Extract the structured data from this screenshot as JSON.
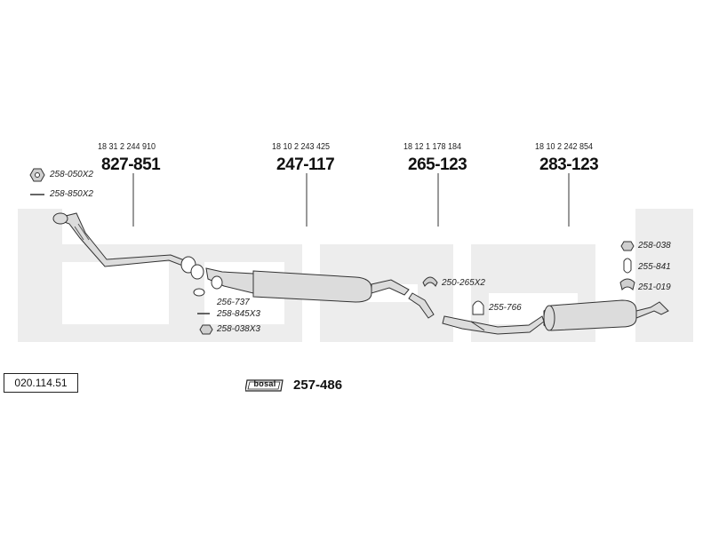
{
  "reference": "020.114.51",
  "sections": [
    {
      "oem": "18 31 2 244 910",
      "part": "827-851"
    },
    {
      "oem": "18 10 2 243 425",
      "part": "247-117"
    },
    {
      "oem": "18 12 1 178 184",
      "part": "265-123"
    },
    {
      "oem": "18 10 2 242 854",
      "part": "283-123"
    }
  ],
  "accessories": {
    "a1": "258-050X2",
    "a2": "258-850X2",
    "a3": "256-737",
    "a4": "258-845X3",
    "a5": "258-038X3",
    "a6": "250-265X2",
    "a7": "255-766",
    "a8": "258-038",
    "a9": "255-841",
    "a10": "251-019"
  },
  "kit": {
    "logo": "bosal",
    "part": "257-486"
  },
  "colors": {
    "watermark": "#ececec",
    "line": "#333333",
    "pipe_fill": "#d8d8d8"
  }
}
